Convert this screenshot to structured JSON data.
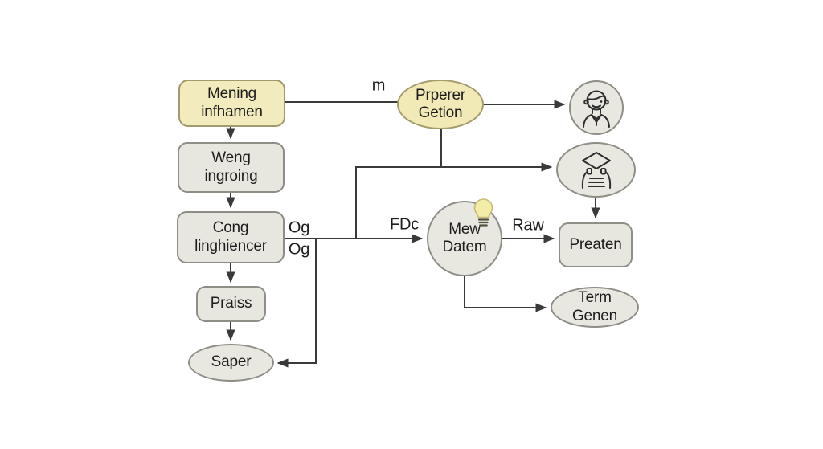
{
  "diagram": {
    "nodes": {
      "mening": {
        "label": "Mening\ninfhamen",
        "shape": "rect",
        "color": "yellow"
      },
      "weng": {
        "label": "Weng\ningroing",
        "shape": "rect",
        "color": "gray"
      },
      "cong": {
        "label": "Cong\nlinghiencer",
        "shape": "rect",
        "color": "gray"
      },
      "praiss": {
        "label": "Praiss",
        "shape": "rect",
        "color": "gray"
      },
      "saper": {
        "label": "Saper",
        "shape": "ellipse",
        "color": "gray"
      },
      "prperer": {
        "label": "Prperer\nGetion",
        "shape": "ellipse",
        "color": "yellow"
      },
      "person": {
        "icon": "person-icon",
        "shape": "circle",
        "color": "gray"
      },
      "graduate": {
        "icon": "graduate-icon",
        "shape": "ellipse",
        "color": "gray"
      },
      "mew": {
        "label": "Mew\nDatem",
        "icon": "lightbulb-icon",
        "shape": "circle",
        "color": "gray"
      },
      "preaten": {
        "label": "Preaten",
        "shape": "rect",
        "color": "gray"
      },
      "term": {
        "label": "Term\nGenen",
        "shape": "ellipse",
        "color": "gray"
      }
    },
    "edge_labels": {
      "m": "m",
      "og_top": "Og",
      "og_bottom": "Og",
      "fdc": "FDc",
      "raw": "Raw"
    },
    "edges": [
      {
        "from": "mening",
        "to": "weng"
      },
      {
        "from": "weng",
        "to": "cong"
      },
      {
        "from": "cong",
        "to": "praiss"
      },
      {
        "from": "praiss",
        "to": "saper"
      },
      {
        "from": "mening",
        "to": "prperer",
        "label": "m"
      },
      {
        "from": "prperer",
        "to": "person"
      },
      {
        "from": "prperer",
        "to": "graduate"
      },
      {
        "from": "cong",
        "to": "graduate"
      },
      {
        "from": "cong",
        "to": "mew",
        "label": "FDc",
        "branch_labels": [
          "Og",
          "Og"
        ]
      },
      {
        "from": "cong",
        "to": "saper"
      },
      {
        "from": "graduate",
        "to": "preaten"
      },
      {
        "from": "mew",
        "to": "preaten",
        "label": "Raw"
      },
      {
        "from": "mew",
        "to": "term"
      }
    ],
    "colors": {
      "yellow_fill": "#f2ebbd",
      "yellow_border": "#a29a6c",
      "gray_fill": "#e8e7df",
      "gray_border": "#8e8e86",
      "line": "#3a3a3a",
      "text": "#1d1d1d",
      "bulb_fill": "#f4eca9"
    }
  }
}
